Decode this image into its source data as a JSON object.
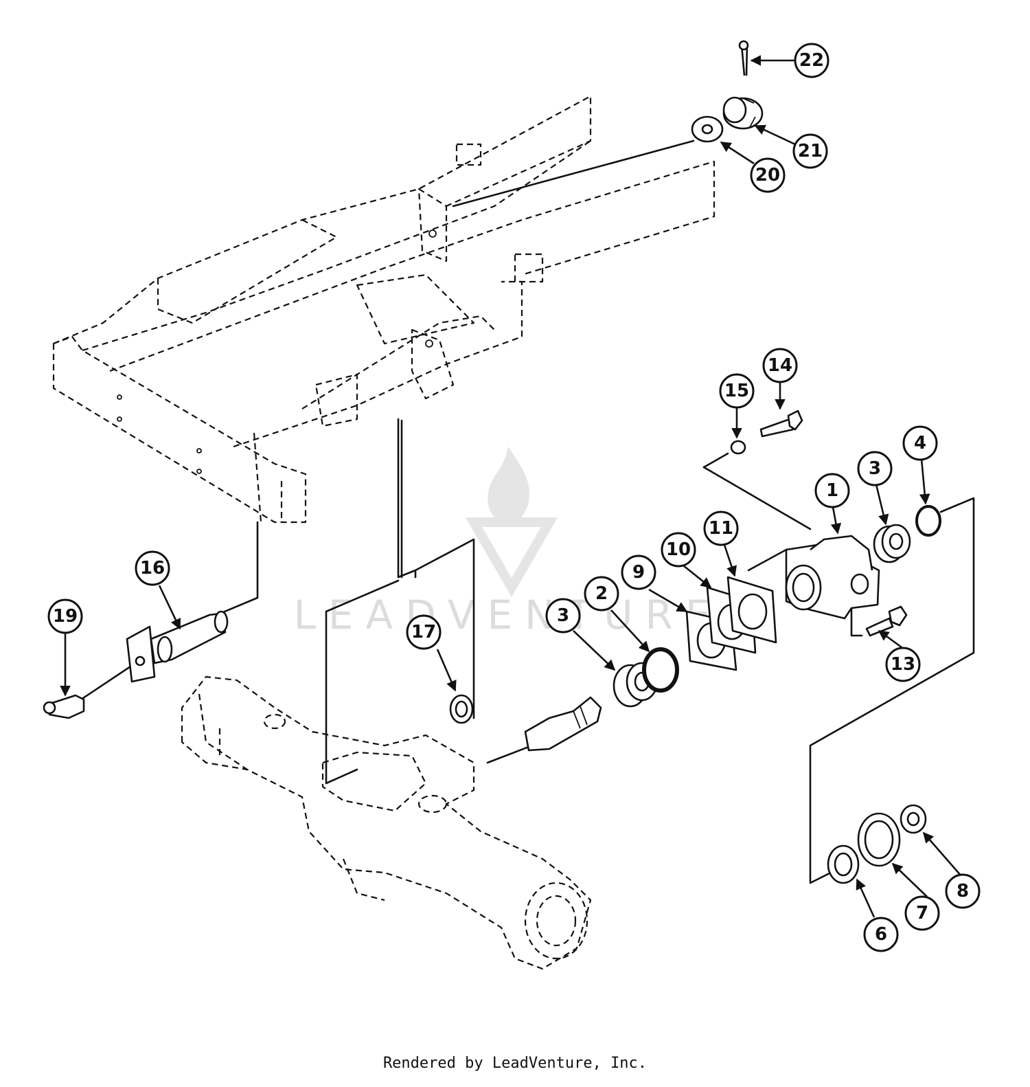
{
  "watermark": {
    "text": "LEADVENTURE"
  },
  "footer": {
    "text": "Rendered by LeadVenture, Inc."
  },
  "callouts": [
    "1",
    "2",
    "3",
    "3",
    "4",
    "6",
    "7",
    "8",
    "9",
    "10",
    "11",
    "13",
    "14",
    "15",
    "16",
    "17",
    "19",
    "20",
    "21",
    "22"
  ]
}
